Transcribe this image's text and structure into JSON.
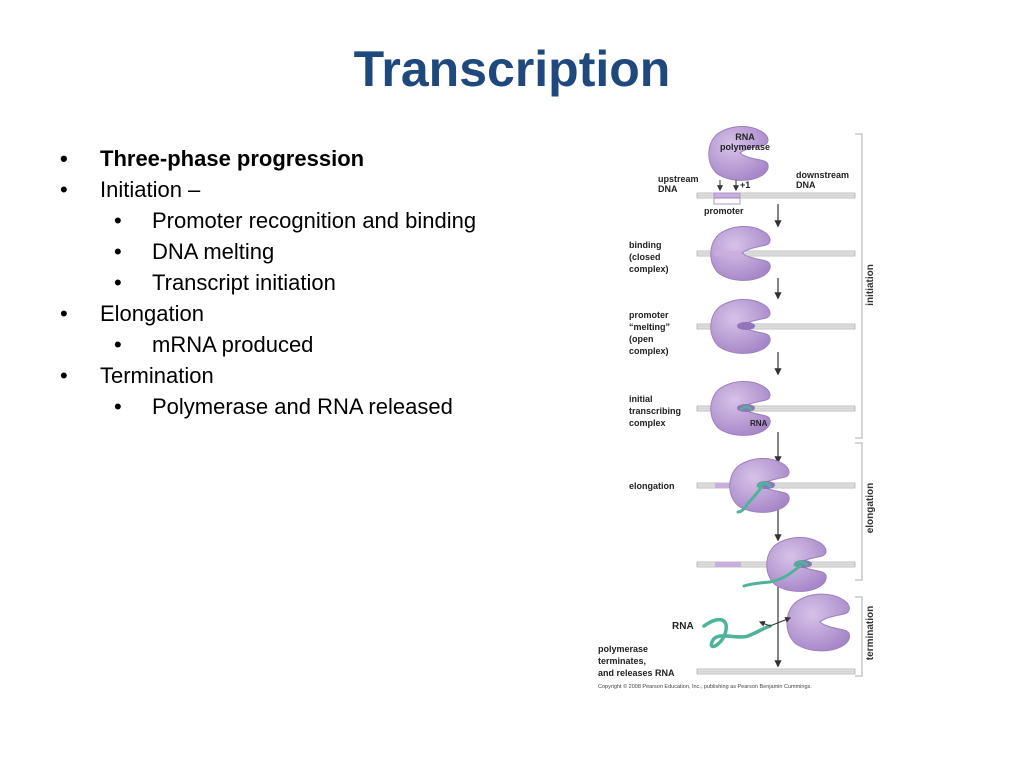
{
  "slide": {
    "title": "Transcription",
    "bullets": [
      {
        "level": 1,
        "text": "Three-phase progression",
        "bold": true
      },
      {
        "level": 1,
        "text": "Initiation –"
      },
      {
        "level": 2,
        "text": "Promoter recognition and binding"
      },
      {
        "level": 2,
        "text": "DNA melting"
      },
      {
        "level": 2,
        "text": "Transcript initiation"
      },
      {
        "level": 1,
        "text": "Elongation"
      },
      {
        "level": 2,
        "text": "mRNA produced"
      },
      {
        "level": 1,
        "text": "Termination"
      },
      {
        "level": 2,
        "text": "Polymerase and RNA released"
      }
    ]
  },
  "diagram": {
    "labels": {
      "rna_polymerase_1": "RNA",
      "rna_polymerase_2": "polymerase",
      "upstream_1": "upstream",
      "upstream_2": "DNA",
      "downstream_1": "downstream",
      "downstream_2": "DNA",
      "plus_one": "+1",
      "promoter": "promoter",
      "binding_1": "binding",
      "binding_2": "(closed",
      "binding_3": "complex)",
      "melting_1": "promoter",
      "melting_2": "“melting”",
      "melting_3": "(open",
      "melting_4": "complex)",
      "initial_1": "initial",
      "initial_2": "transcribing",
      "initial_3": "complex",
      "rna_in_complex": "RNA",
      "elongation": "elongation",
      "rna_released": "RNA",
      "terminates_1": "polymerase",
      "terminates_2": "terminates,",
      "terminates_3": "and releases RNA"
    },
    "phases": {
      "initiation": "initiation",
      "elongation": "elongation",
      "termination": "termination"
    },
    "copyright": "Copyright © 2008 Pearson Education, Inc., publishing as Pearson Benjamin Cummings.",
    "colors": {
      "polymerase": "#b79ad2",
      "polymerase_edge": "#9c7fbf",
      "rna": "#4db39a",
      "promoter": "#c9aedd",
      "dna": "#d8d8d8",
      "dna_edge": "#9a9a9a",
      "title": "#1f497d"
    }
  }
}
